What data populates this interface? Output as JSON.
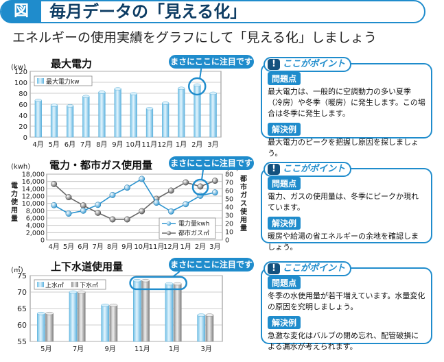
{
  "header": {
    "badge": "図",
    "title": "毎月データの「見える化」"
  },
  "subtitle": "エネルギーの使用実績をグラフにして「見える化」しましょう",
  "callout_label": "まさにここに注目です",
  "point_title": "ここがポイント",
  "point_mark": "!",
  "panels": [
    {
      "problem_tag": "問題点",
      "problem_text": "最大電力は、一般的に空調動力の多い夏季（冷房）や冬季（暖房）に発生します。この場合は冬季に発生します。",
      "solution_tag": "解決例",
      "solution_text": "最大電力のピークを把握し原因を探しましょう。"
    },
    {
      "problem_tag": "問題点",
      "problem_text": "電力、ガスの使用量は、冬季にピークか現れています。",
      "solution_tag": "解決例",
      "solution_text": "暖房や給湯の省エネルギーの余地を確認しましょう。"
    },
    {
      "problem_tag": "問題点",
      "problem_text": "冬季の水使用量が若干増えています。水量変化の原因を究明しましょう。",
      "solution_tag": "解決例",
      "solution_text": "急激な変化はバルブの閉め忘れ、配管破損による漏水が考えられます。"
    }
  ],
  "colors": {
    "accent": "#1f8ccc",
    "light_blue": "#9fd4ef",
    "gray": "#9a9a9a"
  },
  "chart_data": [
    {
      "type": "bar",
      "title": "最大電力",
      "ylabel": "(kw)",
      "categories": [
        "4月",
        "5月",
        "6月",
        "7月",
        "8月",
        "9月",
        "10月",
        "11月",
        "12月",
        "1月",
        "2月",
        "3月"
      ],
      "series": [
        {
          "name": "最大電力kw",
          "values": [
            67,
            58,
            57,
            74,
            82,
            88,
            79,
            52,
            62,
            89,
            95,
            80
          ]
        }
      ],
      "ylim": [
        0,
        120
      ],
      "yticks": [
        "0",
        "20",
        "40",
        "60",
        "80",
        "100",
        "120"
      ],
      "grid": true,
      "legend": "top-left"
    },
    {
      "type": "line",
      "title": "電力・都市ガス使用量",
      "ylabel": "(kwh)",
      "ylabel_left": "電力使用量",
      "y2label": "(㎥)",
      "y2label_right": "都市ガス使用量",
      "categories": [
        "4月",
        "5月",
        "6月",
        "7月",
        "8月",
        "9月",
        "10月",
        "11月",
        "12月",
        "1月",
        "2月",
        "3月"
      ],
      "series": [
        {
          "name": "電力量kwh",
          "axis": "left",
          "values": [
            9500,
            7200,
            8000,
            9600,
            12300,
            14300,
            16700,
            10200,
            7800,
            9800,
            12100,
            13000
          ]
        },
        {
          "name": "都市ガス㎥",
          "axis": "right",
          "values": [
            68,
            52,
            42,
            33,
            25,
            25,
            35,
            50,
            60,
            70,
            65,
            72
          ]
        }
      ],
      "ylim": [
        0,
        18000
      ],
      "yticks": [
        "0",
        "2,000",
        "4,000",
        "6,000",
        "8,000",
        "10,000",
        "12,000",
        "14,000",
        "16,000",
        "18,000"
      ],
      "y2lim": [
        0,
        80
      ],
      "y2ticks": [
        "0",
        "10",
        "20",
        "30",
        "40",
        "50",
        "60",
        "70",
        "80"
      ],
      "grid": true,
      "legend": "bottom-right"
    },
    {
      "type": "bar",
      "title": "上下水道使用量",
      "ylabel": "(㎥)",
      "categories": [
        "5月",
        "7月",
        "9月",
        "11月",
        "1月",
        "3月"
      ],
      "series": [
        {
          "name": "上水㎥",
          "values": [
            63.5,
            70,
            66,
            73.5,
            72.5,
            63
          ]
        },
        {
          "name": "下水㎥",
          "values": [
            63.5,
            70,
            66,
            73.5,
            72.5,
            63
          ]
        }
      ],
      "ylim": [
        55,
        75
      ],
      "yticks": [
        "55",
        "60",
        "65",
        "70",
        "75"
      ],
      "grid": true,
      "legend": "top-left"
    }
  ]
}
